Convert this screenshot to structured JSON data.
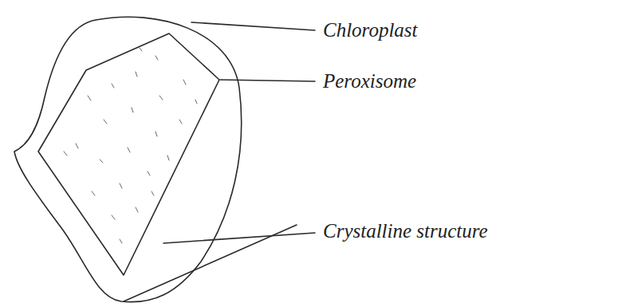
{
  "diagram": {
    "labels": [
      "Chloroplast",
      "Peroxisome",
      "Crystalline structure"
    ]
  }
}
